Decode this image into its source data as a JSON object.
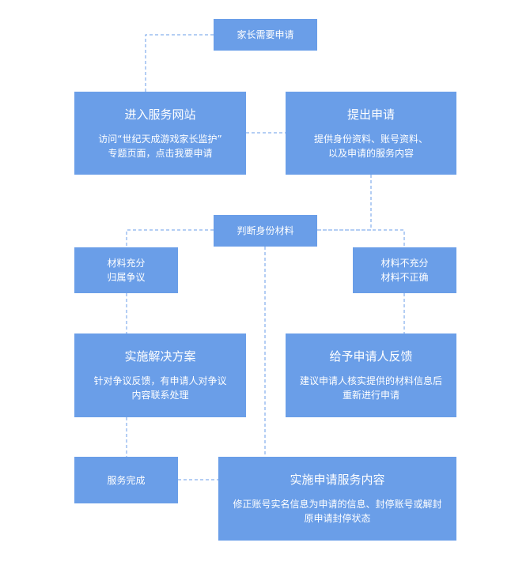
{
  "nodes": {
    "parent_apply": "家长需要申请",
    "enter_site": {
      "title": "进入服务网站",
      "desc": "访问“世纪天成游戏家长监护”\n专题页面，点击我要申请"
    },
    "submit": {
      "title": "提出申请",
      "desc": "提供身份资料、账号资料、\n以及申请的服务内容"
    },
    "judge": "判断身份材料",
    "sufficient": "材料充分\n归属争议",
    "insufficient": "材料不充分\n材料不正确",
    "resolve": {
      "title": "实施解决方案",
      "desc": "针对争议反馈，有申请人对争议\n内容联系处理"
    },
    "feedback": {
      "title": "给予申请人反馈",
      "desc": "建议申请人核实提供的材料信息后\n重新进行申请"
    },
    "done": "服务完成",
    "execute": {
      "title": "实施申请服务内容",
      "desc": "修正账号实名信息为申请的信息、封停账号或解封\n原申请封停状态"
    }
  }
}
